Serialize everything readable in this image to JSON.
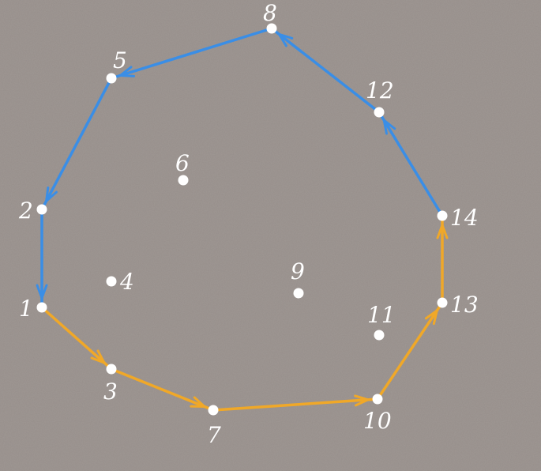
{
  "colors": {
    "background": "#968e8a",
    "point": "#ffffff",
    "label": "#ffffff",
    "upper_hull": "#3a8ee6",
    "lower_hull": "#f0a828"
  },
  "points": [
    {
      "id": "1",
      "label": "1"
    },
    {
      "id": "2",
      "label": "2"
    },
    {
      "id": "3",
      "label": "3"
    },
    {
      "id": "4",
      "label": "4"
    },
    {
      "id": "5",
      "label": "5"
    },
    {
      "id": "6",
      "label": "6"
    },
    {
      "id": "7",
      "label": "7"
    },
    {
      "id": "8",
      "label": "8"
    },
    {
      "id": "9",
      "label": "9"
    },
    {
      "id": "10",
      "label": "10"
    },
    {
      "id": "11",
      "label": "11"
    },
    {
      "id": "12",
      "label": "12"
    },
    {
      "id": "13",
      "label": "13"
    },
    {
      "id": "14",
      "label": "14"
    }
  ],
  "edges": [
    {
      "from": "1",
      "to": "3",
      "hull": "lower"
    },
    {
      "from": "3",
      "to": "7",
      "hull": "lower"
    },
    {
      "from": "7",
      "to": "10",
      "hull": "lower"
    },
    {
      "from": "10",
      "to": "13",
      "hull": "lower"
    },
    {
      "from": "13",
      "to": "14",
      "hull": "lower"
    },
    {
      "from": "14",
      "to": "12",
      "hull": "upper"
    },
    {
      "from": "12",
      "to": "8",
      "hull": "upper"
    },
    {
      "from": "8",
      "to": "5",
      "hull": "upper"
    },
    {
      "from": "5",
      "to": "2",
      "hull": "upper"
    },
    {
      "from": "2",
      "to": "1",
      "hull": "upper"
    }
  ]
}
